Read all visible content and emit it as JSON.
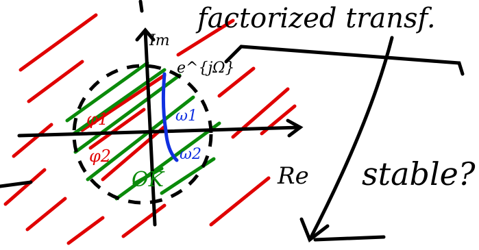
{
  "labels": {
    "title": "factorized transf.",
    "imag_axis": "Im",
    "real_axis": "Re",
    "zero_mark": "e^{jΩ}",
    "phi1": "φ1",
    "phi2": "φ2",
    "omega1": "ω1",
    "omega2": "ω2",
    "ok": "OK",
    "question": "stable?"
  },
  "colors": {
    "ink": "#000000",
    "red": "#e00000",
    "green": "#0a8a0a",
    "blue": "#1030e0"
  }
}
